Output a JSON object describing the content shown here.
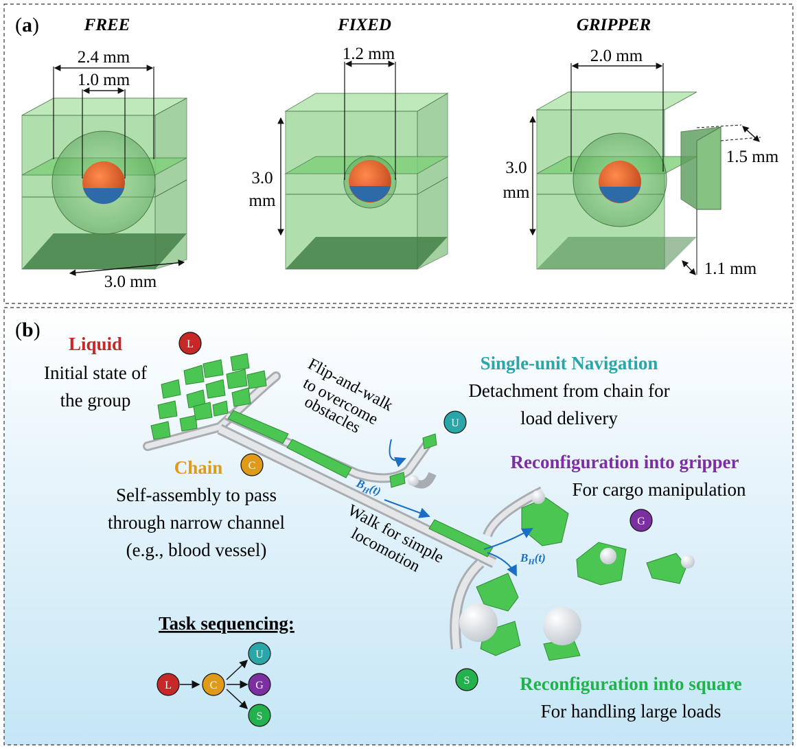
{
  "panel_a": {
    "label_letter": "a",
    "free": {
      "title": "FREE",
      "dim_outer": "2.4 mm",
      "dim_inner": "1.0 mm",
      "dim_base": "3.0 mm"
    },
    "fixed": {
      "title": "FIXED",
      "dim_top": "1.2 mm",
      "dim_height_1": "3.0",
      "dim_height_2": "mm"
    },
    "gripper": {
      "title": "GRIPPER",
      "dim_top": "2.0 mm",
      "dim_height_1": "3.0",
      "dim_height_2": "mm",
      "dim_notch_width": "1.5 mm",
      "dim_notch_depth": "1.1 mm"
    }
  },
  "panel_b": {
    "label_letter": "b",
    "liquid": {
      "title": "Liquid",
      "line1": "Initial state of",
      "line2": "the group",
      "badge": "L",
      "color": "#c62828"
    },
    "chain": {
      "title": "Chain",
      "line1": "Self-assembly to pass",
      "line2": "through narrow channel",
      "line3": "(e.g., blood vessel)",
      "badge": "C",
      "color": "#e09a1a"
    },
    "navigation": {
      "title": "Single-unit Navigation",
      "line1": "Detachment from chain for",
      "line2": "load delivery",
      "badge": "U",
      "color": "#2aa5a8"
    },
    "gripper": {
      "title": "Reconfiguration into gripper",
      "line1": "For cargo manipulation",
      "badge": "G",
      "color": "#7b2fa0"
    },
    "square": {
      "title": "Reconfiguration into square",
      "line1": "For handling large loads",
      "badge": "S",
      "color": "#22b14c"
    },
    "flip_text": [
      "Flip-and-walk",
      "to overcome",
      "obstacles"
    ],
    "walk_text": [
      "Walk for simple",
      "locomotion"
    ],
    "field_label": "B",
    "field_sub": "H",
    "field_arg": "(t)",
    "task_title": "Task sequencing:",
    "task_nodes": [
      "L",
      "C",
      "U",
      "G",
      "S"
    ]
  }
}
